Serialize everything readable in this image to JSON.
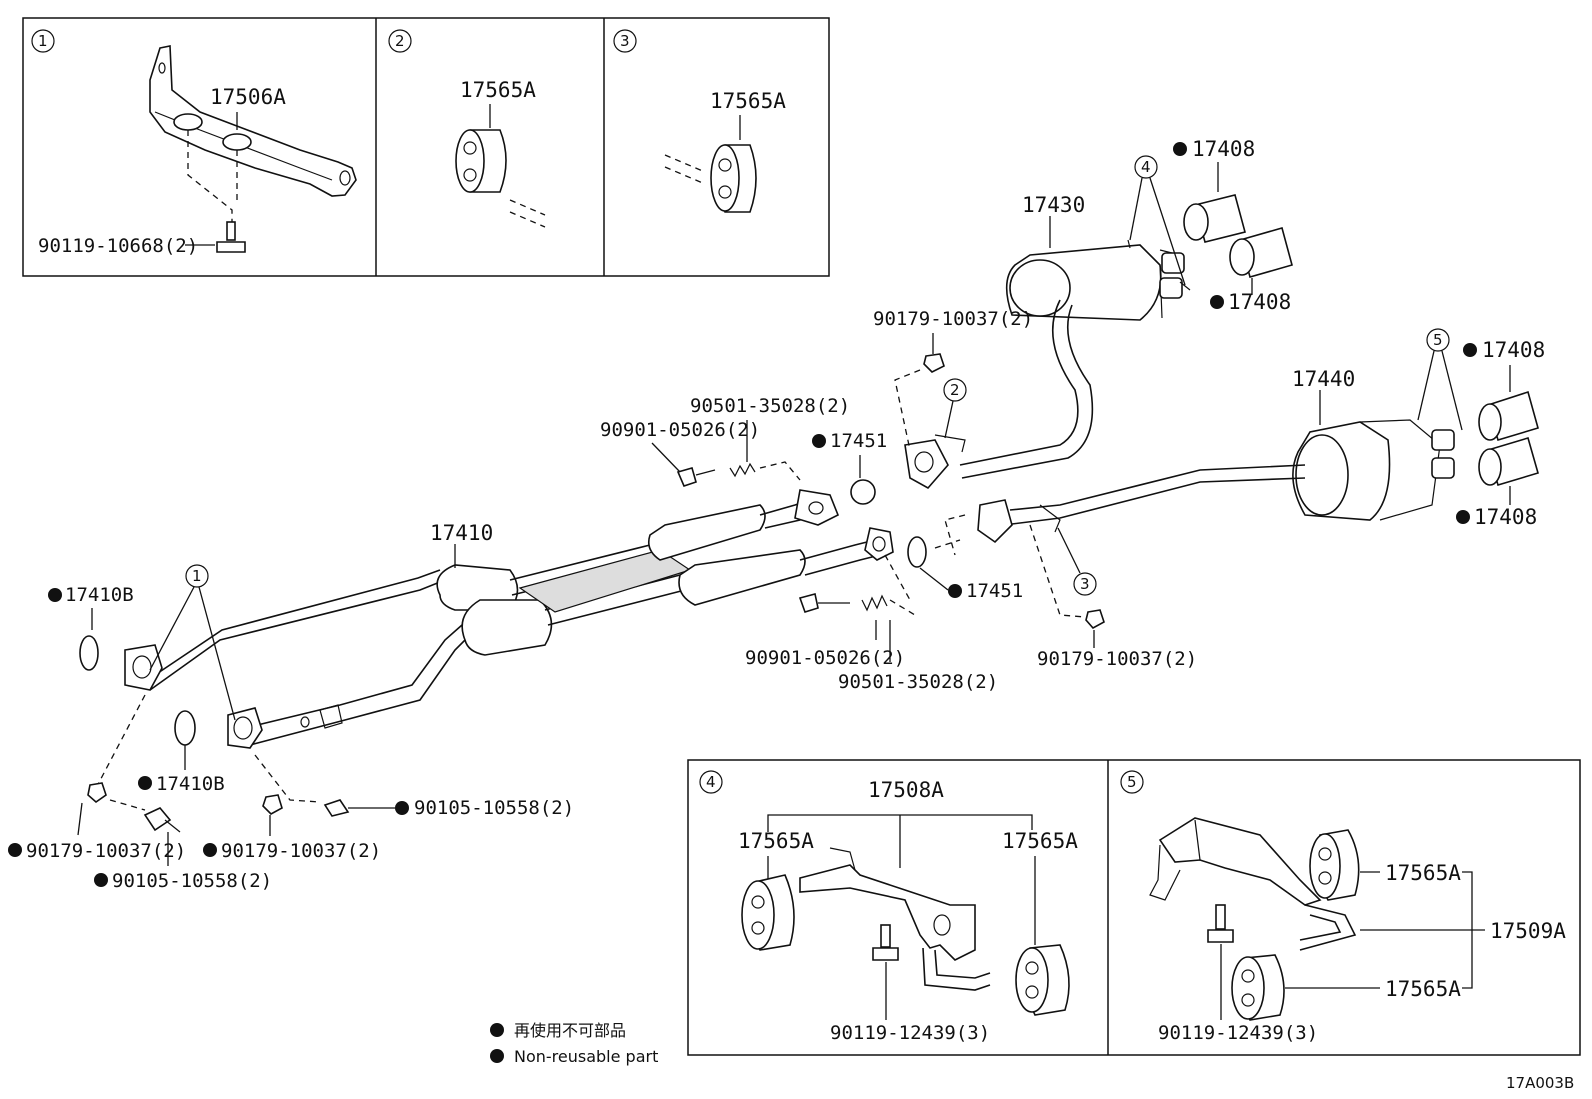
{
  "diagram_code": "17A003B",
  "legend": {
    "line1": "再使用不可部品",
    "line2": "Non-reusable part"
  },
  "callouts": [
    "1",
    "2",
    "3",
    "4",
    "5"
  ],
  "inset1": {
    "part": "17506A",
    "bolt": "90119-10668(2)"
  },
  "inset2": {
    "part": "17565A"
  },
  "inset3": {
    "part": "17565A"
  },
  "inset4": {
    "assembly": "17508A",
    "left": "17565A",
    "right": "17565A",
    "bolt": "90119-12439(3)"
  },
  "inset5": {
    "assembly": "17509A",
    "top": "17565A",
    "bottom": "17565A",
    "bolt": "90119-12439(3)"
  },
  "main": {
    "front_pipe": "17410",
    "gasket_upper": "17410B",
    "gasket_lower": "17410B",
    "nut_left": "90179-10037(2)",
    "nut_mid": "90179-10037(2)",
    "bolt_left": "90105-10558(2)",
    "bolt_right": "90105-10558(2)",
    "bolt_up": "90901-05026(2)",
    "spring_up": "90501-35028(2)",
    "bolt_down": "90901-05026(2)",
    "spring_down": "90501-35028(2)",
    "gasket_451_up": "17451",
    "gasket_451_down": "17451",
    "muffler_upper": "17430",
    "muffler_lower": "17440",
    "nut_muffler_upper": "90179-10037(2)",
    "nut_muffler_lower": "90179-10037(2)",
    "tip_1": "17408",
    "tip_2": "17408",
    "tip_3": "17408",
    "tip_4": "17408"
  }
}
